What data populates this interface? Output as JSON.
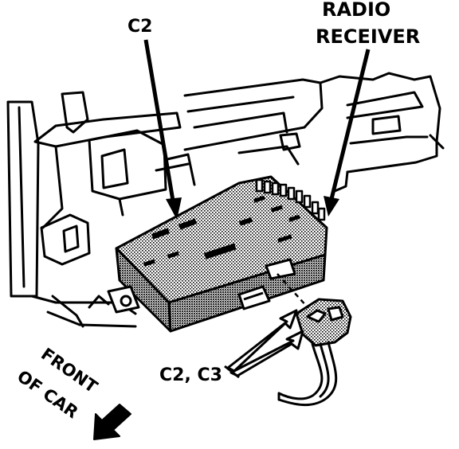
{
  "labels": {
    "c2": "C2",
    "radio_line1": "RADIO",
    "radio_line2": "RECEIVER",
    "connectors": "C2, C3",
    "front_line1": "FRONT",
    "front_line2": "OF CAR"
  },
  "colors": {
    "ink": "#000000",
    "paper": "#ffffff",
    "module_fill": "#8a8a8a"
  }
}
